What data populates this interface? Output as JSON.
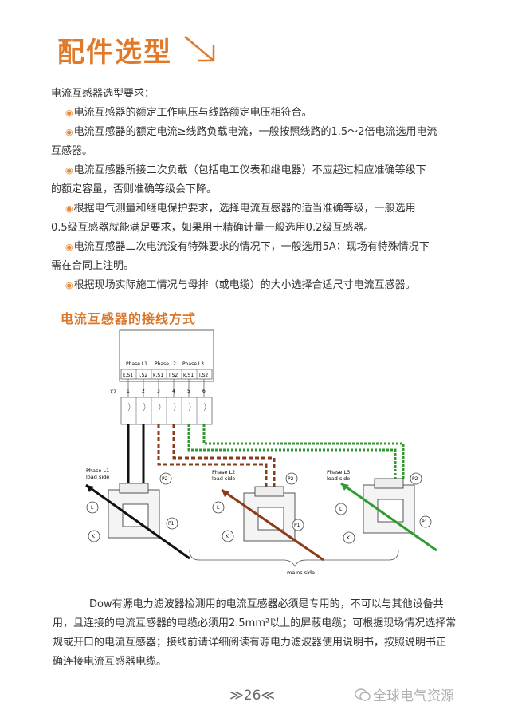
{
  "header": {
    "title": "配件选型"
  },
  "intro": {
    "heading": "电流互感器选型要求：",
    "bullets": [
      {
        "lines": [
          "电流互感器的额定工作电压与线路额定电压相符合。"
        ]
      },
      {
        "lines": [
          "电流互感器的额定电流≥线路负载电流，一般按照线路的1.5～2倍电流选用电流",
          "互感器。"
        ]
      },
      {
        "lines": [
          "电流互感器所接二次负载（包括电工仪表和继电器）不应超过相应准确等级下",
          "的额定容量，否则准确等级会下降。"
        ]
      },
      {
        "lines": [
          "根据电气测量和继电保护要求，选择电流互感器的适当准确等级，一般选用",
          "0.5级互感器就能满足要求，如果用于精确计量一般选用0.2级互感器。"
        ]
      },
      {
        "lines": [
          "电流互感器二次电流没有特殊要求的情况下，一般选用5A；现场有特殊情况下",
          "需在合同上注明。"
        ]
      },
      {
        "lines": [
          "根据现场实际施工情况与母排（或电缆）的大小选择合适尺寸电流互感器。"
        ]
      }
    ]
  },
  "wiring": {
    "title": "电流互感器的接线方式",
    "phases": [
      "Phase L1",
      "Phase L2",
      "Phase L3"
    ],
    "terminal_labels": [
      "k,S1",
      "l,S2",
      "k,S1",
      "l,S2",
      "k,S1",
      "l,S2"
    ],
    "terminal_numbers": [
      "1",
      "2",
      "3",
      "4",
      "5",
      "6"
    ],
    "strip_label": "X2",
    "load_side": [
      "Phase L1",
      "load side",
      "Phase L2",
      "load side",
      "Phase L3",
      "load side"
    ],
    "markers": [
      "P2",
      "L",
      "K",
      "P1"
    ],
    "mains_side": "mains side",
    "colors": {
      "l1": "#111111",
      "l2": "#8b3a1a",
      "l3": "#2f9a2f"
    }
  },
  "footer": {
    "lines": [
      "Dow有源电力滤波器检测用的电流互感器必须是专用的，不可以与其他设备共",
      "用，且连接的电流互感器的电缆必须用2.5mm²以上的屏蔽电缆；可根据现场情况选择常",
      "规或开口的电流互感器；接线前请详细阅读有源电力滤波器使用说明书，按照说明书正",
      "确连接电流互感器电缆。"
    ]
  },
  "page": {
    "number": "≫26≪",
    "watermark": "全球电气资源"
  }
}
